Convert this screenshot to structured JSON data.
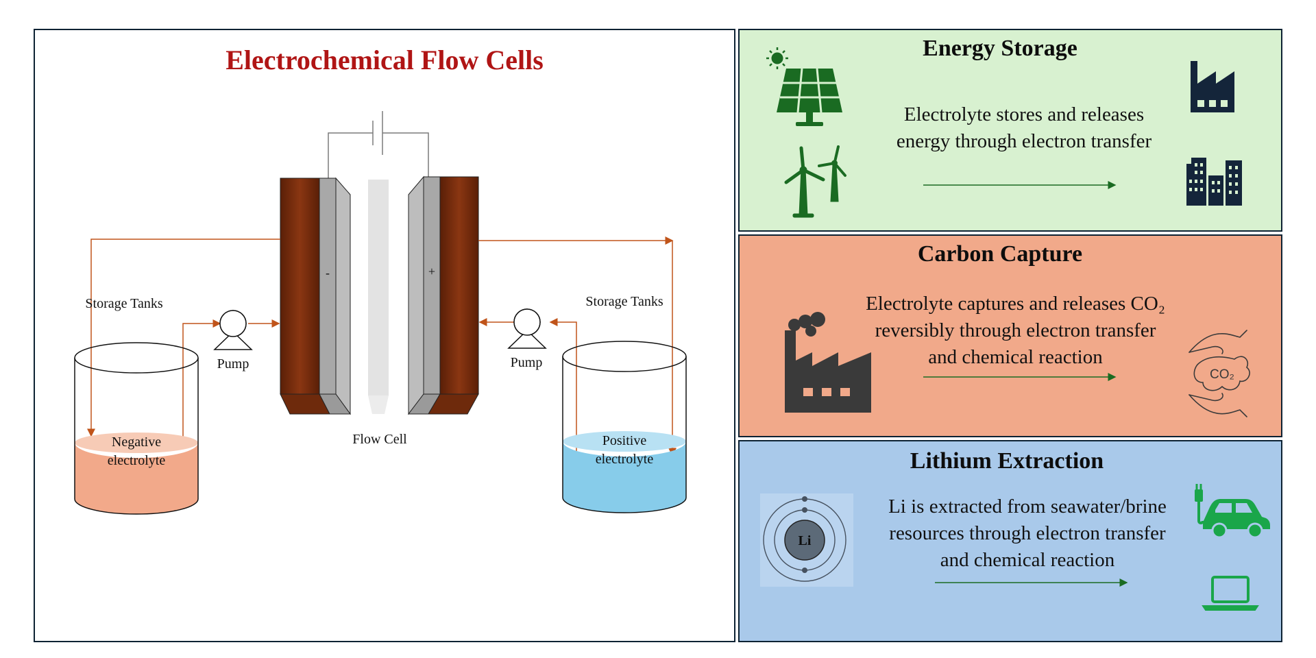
{
  "flow_cells": {
    "title": "Electrochemical Flow Cells",
    "storage_tanks_left": "Storage Tanks",
    "storage_tanks_right": "Storage Tanks",
    "pump_left": "Pump",
    "pump_right": "Pump",
    "negative_electrolyte": [
      "Negative",
      "electrolyte"
    ],
    "positive_electrolyte": [
      "Positive",
      "electrolyte"
    ],
    "flow_cell": "Flow Cell",
    "minus_sign": "-",
    "plus_sign": "+"
  },
  "energy_storage": {
    "title": "Energy Storage",
    "body": [
      "Electrolyte stores and releases",
      "energy through electron transfer"
    ],
    "icons": [
      "sun-icon",
      "solar-panel-icon",
      "wind-turbine-icon",
      "factory-icon",
      "city-buildings-icon"
    ]
  },
  "carbon_capture": {
    "title": "Carbon Capture",
    "body": [
      "Electrolyte captures and releases CO₂",
      "reversibly through electron transfer",
      "and chemical reaction"
    ],
    "co2_label": "CO₂",
    "icons": [
      "smoking-factory-icon",
      "co2-hands-icon"
    ]
  },
  "lithium_extraction": {
    "title": "Lithium Extraction",
    "body": [
      "Li is extracted from seawater/brine",
      "resources through electron transfer",
      "and chemical reaction"
    ],
    "atom_label": "Li",
    "icons": [
      "lithium-atom-icon",
      "electric-car-icon",
      "laptop-icon"
    ]
  },
  "colors": {
    "title_red": "#b01515",
    "electrode_brown": "#7a2e0e",
    "pipe_orange": "#c0541a",
    "negative_fill": "#f2a98a",
    "positive_fill": "#87ccea",
    "energy_bg": "#d8f1d0",
    "carbon_bg": "#f1a98a",
    "lithium_bg": "#a9c9ea",
    "icon_green": "#1a6b22",
    "icon_navy": "#14253a",
    "icon_grey": "#3a3a3a",
    "icon_bright_green": "#1aa64a"
  }
}
